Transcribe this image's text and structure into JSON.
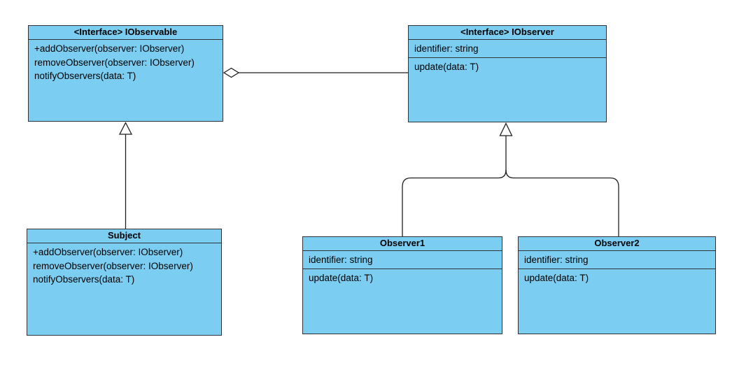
{
  "palette": {
    "background": "#ffffff",
    "node_fill": "#7BCDF1",
    "node_border": "#2f3337",
    "line_color": "#1f1f1f",
    "text_color": "#000000"
  },
  "classes": [
    {
      "title": "<Interface> IObservable",
      "attributes": [],
      "methods": [
        "+addObserver(observer: IObserver)",
        "removeObserver(observer: IObserver)",
        "notifyObservers(data: T)"
      ]
    },
    {
      "title": "<Interface> IObserver",
      "attributes": [
        "identifier: string"
      ],
      "methods": [
        "update(data: T)"
      ]
    },
    {
      "title": "Subject",
      "attributes": [],
      "methods": [
        "+addObserver(observer: IObserver)",
        "removeObserver(observer: IObserver)",
        "notifyObservers(data: T)"
      ]
    },
    {
      "title": "Observer1",
      "attributes": [
        "identifier: string"
      ],
      "methods": [
        "update(data: T)"
      ]
    },
    {
      "title": "Observer2",
      "attributes": [
        "identifier: string"
      ],
      "methods": [
        "update(data: T)"
      ]
    }
  ],
  "relationships": [
    {
      "type": "aggregation",
      "from": "<Interface> IObservable",
      "to": "<Interface> IObserver",
      "marker": "hollow-diamond",
      "line": "solid"
    },
    {
      "type": "realization",
      "from": "Subject",
      "to": "<Interface> IObservable",
      "marker": "hollow-triangle",
      "line": "solid"
    },
    {
      "type": "realization",
      "from": "Observer1",
      "to": "<Interface> IObserver",
      "marker": "hollow-triangle",
      "line": "solid"
    },
    {
      "type": "realization",
      "from": "Observer2",
      "to": "<Interface> IObserver",
      "marker": "hollow-triangle",
      "line": "solid"
    }
  ]
}
